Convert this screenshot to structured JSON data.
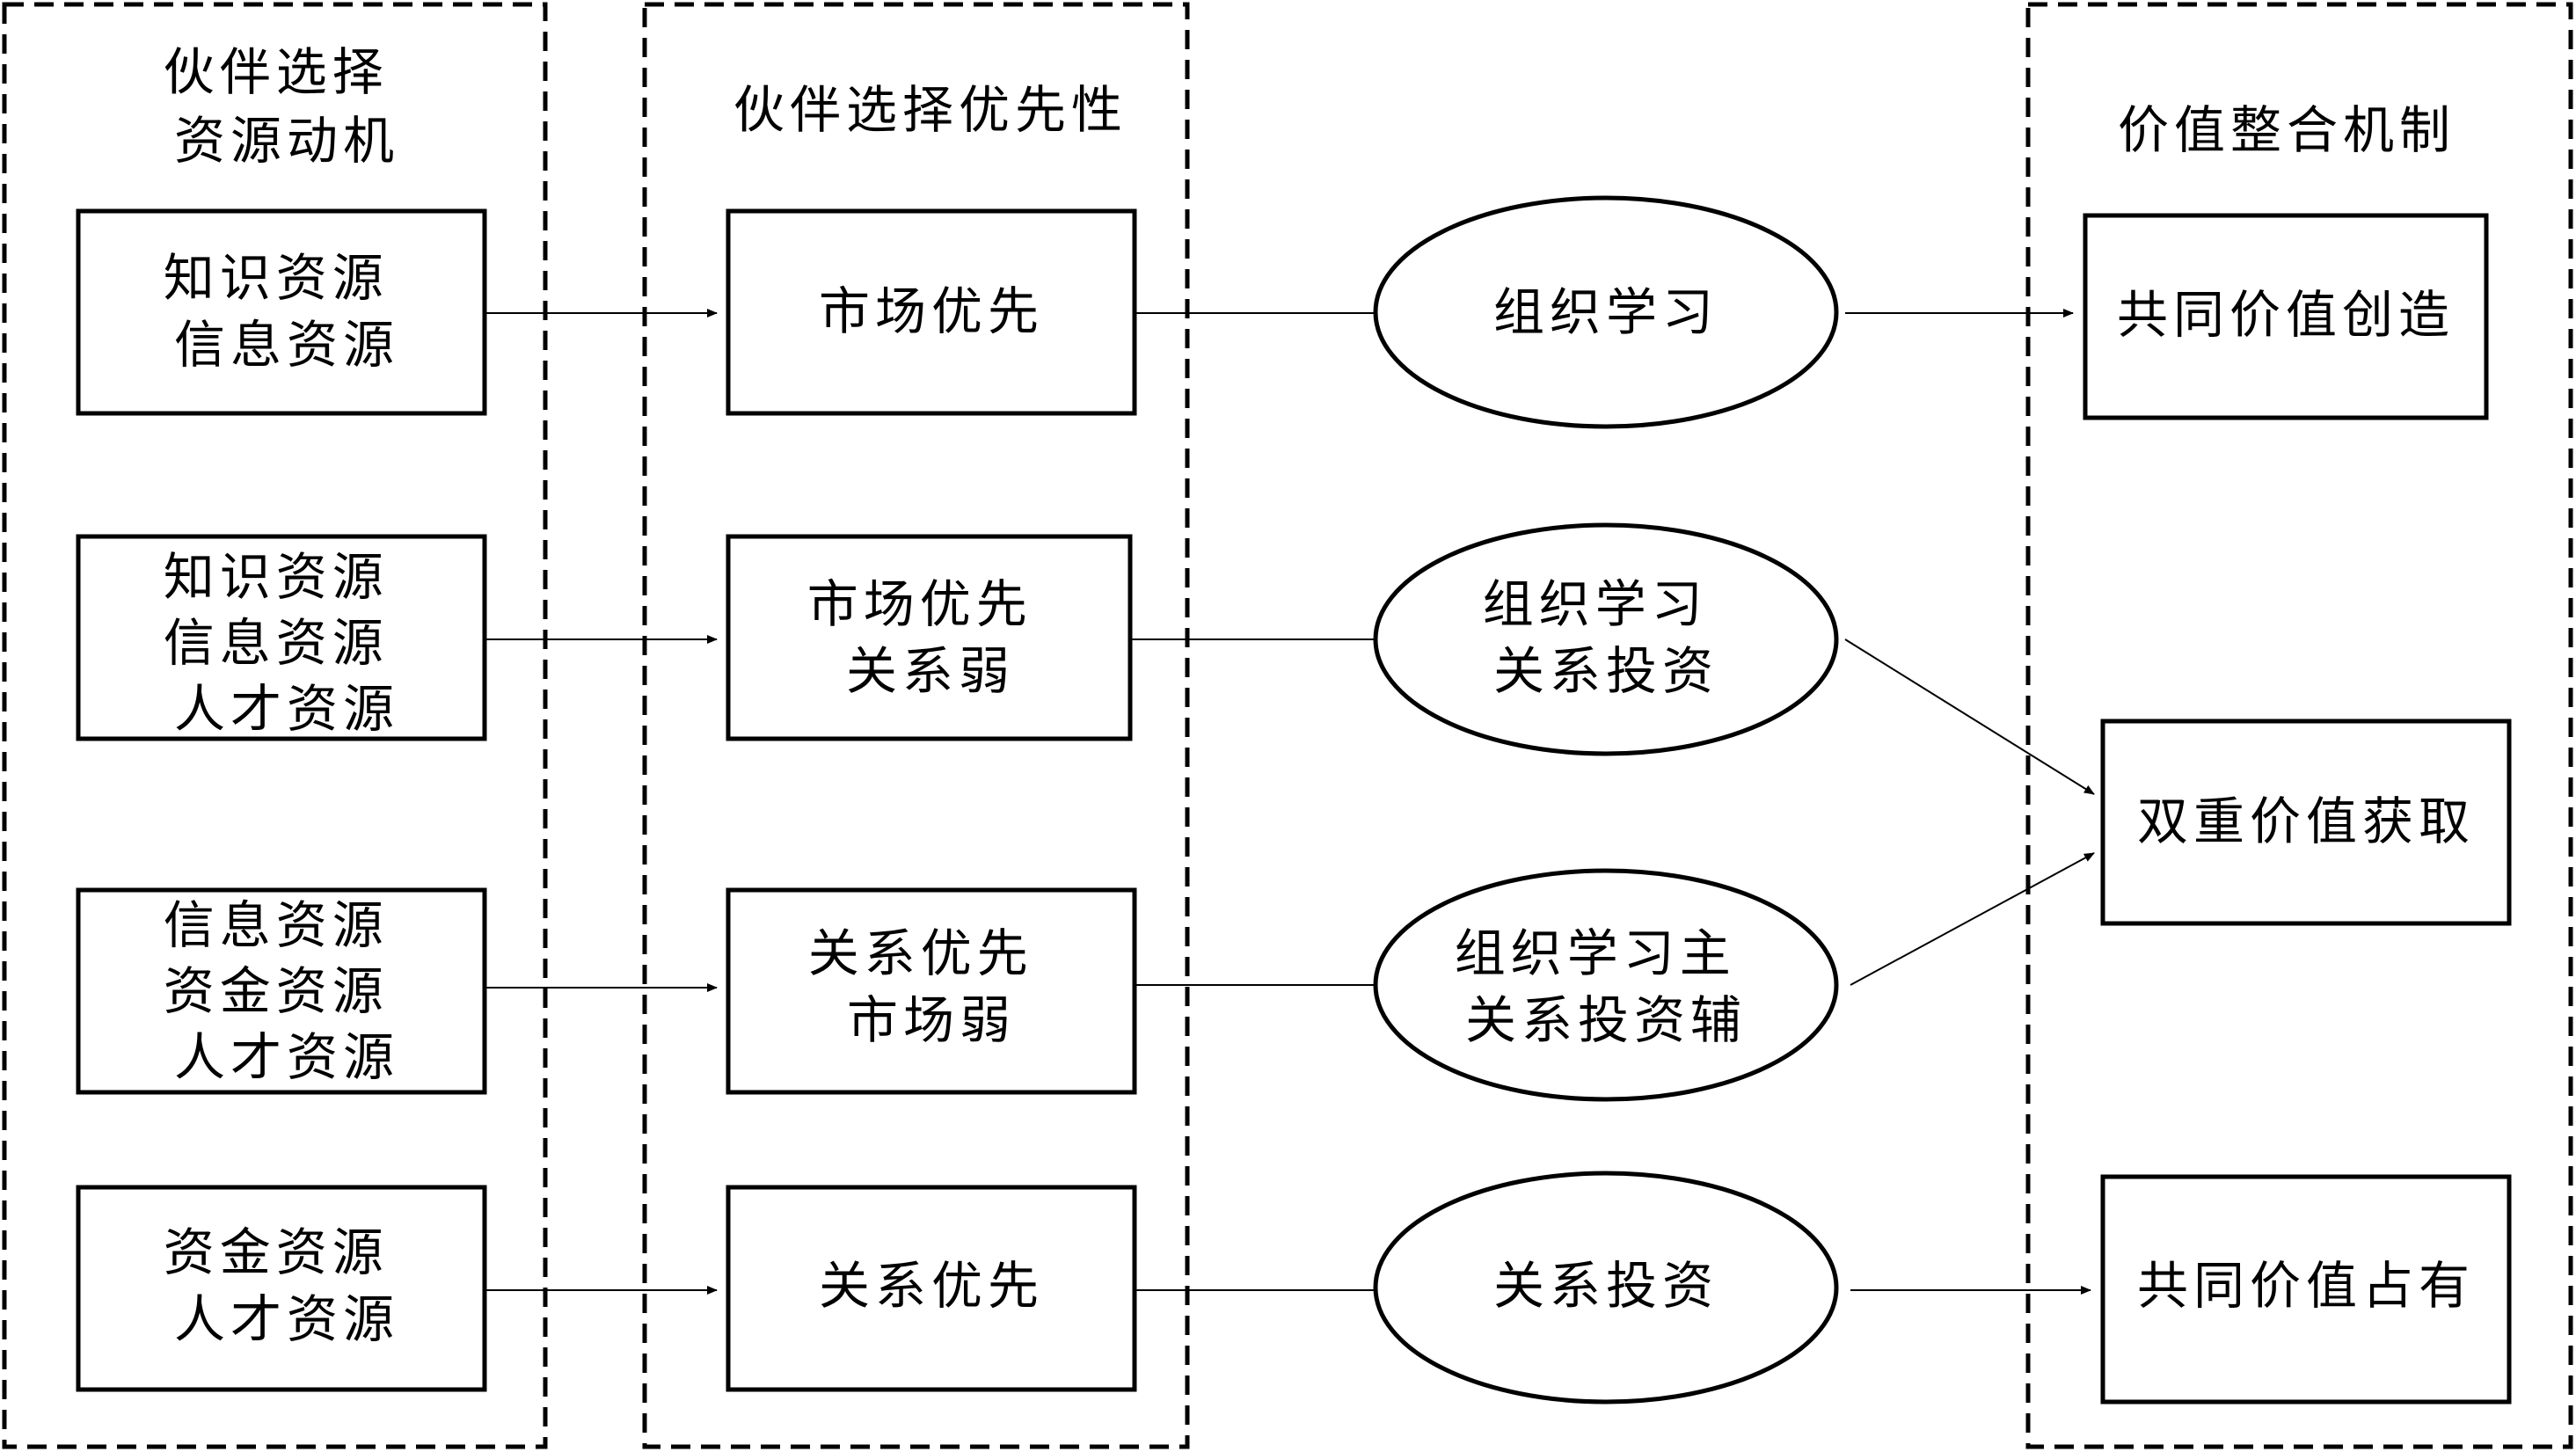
{
  "groups": {
    "motive": {
      "title": [
        "伙伴选择",
        "资源动机"
      ]
    },
    "priority": {
      "title": [
        "伙伴选择优先性"
      ]
    },
    "mechanism": {
      "title": [
        "价值整合机制"
      ]
    }
  },
  "resources": [
    {
      "lines": [
        "知识资源",
        "信息资源"
      ]
    },
    {
      "lines": [
        "知识资源",
        "信息资源",
        "人才资源"
      ]
    },
    {
      "lines": [
        "信息资源",
        "资金资源",
        "人才资源"
      ]
    },
    {
      "lines": [
        "资金资源",
        "人才资源"
      ]
    }
  ],
  "priorities": [
    {
      "lines": [
        "市场优先"
      ]
    },
    {
      "lines": [
        "市场优先",
        "关系弱"
      ]
    },
    {
      "lines": [
        "关系优先",
        "市场弱"
      ]
    },
    {
      "lines": [
        "关系优先"
      ]
    }
  ],
  "processes": [
    {
      "lines": [
        "组织学习"
      ]
    },
    {
      "lines": [
        "组织学习",
        "关系投资"
      ]
    },
    {
      "lines": [
        "组织学习主",
        "关系投资辅"
      ]
    },
    {
      "lines": [
        "关系投资"
      ]
    }
  ],
  "outcomes": [
    {
      "lines": [
        "共同价值创造"
      ]
    },
    {
      "lines": [
        "双重价值获取"
      ]
    },
    {
      "lines": [
        "共同价值占有"
      ]
    }
  ]
}
